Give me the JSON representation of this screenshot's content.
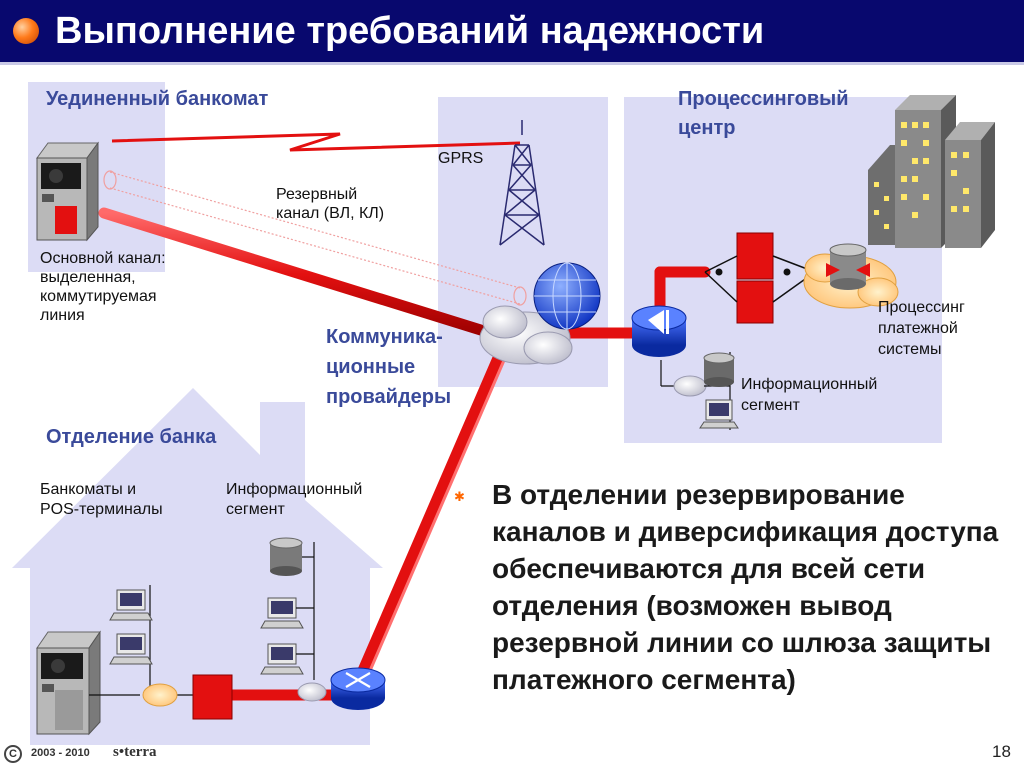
{
  "title": "Выполнение требований надежности",
  "labels": {
    "atm_remote": "Уединенный банкомат",
    "main_channel": [
      "Основной канал:",
      "выделенная,",
      "коммутируемая",
      "линия"
    ],
    "reserve_channel": [
      "Резервный",
      "канал (ВЛ, КЛ)"
    ],
    "gprs": "GPRS",
    "processing_center": [
      "Процессинговый",
      "центр"
    ],
    "processing_system": [
      "Процессинг",
      "платежной",
      "системы"
    ],
    "info_segment_center": [
      "Информационный",
      "сегмент"
    ],
    "providers": [
      "Коммуника-",
      "ционные",
      "провайдеры"
    ],
    "branch": "Отделение банка",
    "branch_atms": [
      "Банкоматы и",
      "POS-терминалы"
    ],
    "info_segment_branch": [
      "Информационный",
      "сегмент"
    ]
  },
  "body_text": "В отделении резервирование каналов и диверсификация доступа обеспечиваются для всей сети отделения (возможен вывод резервной линии со шлюза защиты платежного сегмента)",
  "footer": {
    "copyright_symbol": "C",
    "years": "2003 - 2010",
    "brand": "s•terra"
  },
  "page_number": "18",
  "colors": {
    "title_bar": "#08086e",
    "panel": "#dcdcf5",
    "channel_red": "#e31010",
    "label_blue": "#3a4a9a",
    "bullet": "#ff6600"
  }
}
